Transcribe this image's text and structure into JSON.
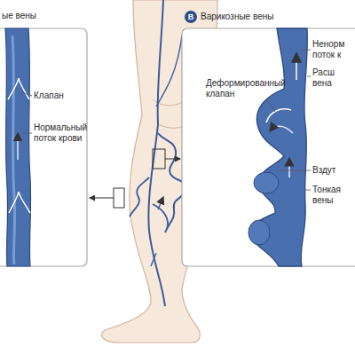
{
  "diagram": {
    "nodes": [
      {
        "text": [
          "ые вены"
        ]
      },
      {
        "text": [
          "Варикозные вены"
        ]
      },
      {
        "text": [
          "В"
        ]
      }
    ],
    "labels": [
      "Клапан",
      "Нормальный поток крови",
      "Деформированный клапан",
      "Ненорм поток к",
      "Расш вена",
      "Вздут",
      "Тонкая вены"
    ]
  }
}
